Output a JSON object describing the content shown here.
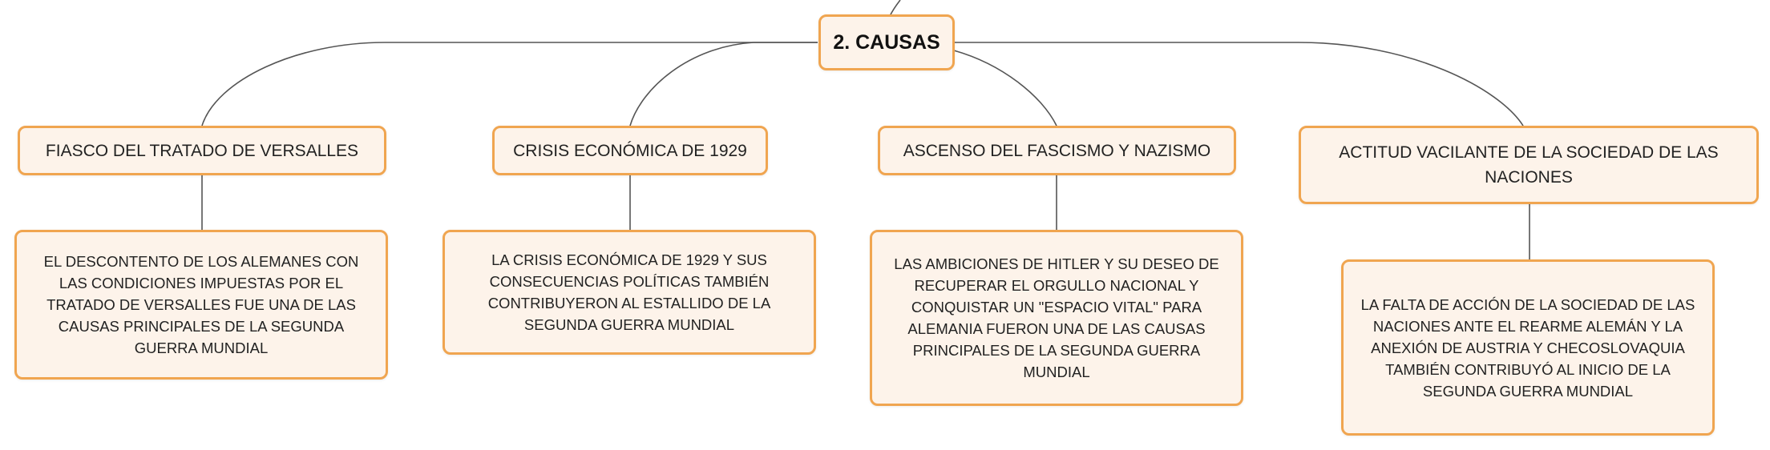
{
  "root": {
    "label": "2. CAUSAS"
  },
  "causes": [
    {
      "title": "FIASCO DEL TRATADO DE VERSALLES",
      "detail": "EL DESCONTENTO DE LOS ALEMANES CON LAS CONDICIONES IMPUESTAS POR EL TRATADO DE VERSALLES FUE UNA DE LAS CAUSAS PRINCIPALES DE LA SEGUNDA GUERRA MUNDIAL"
    },
    {
      "title": "CRISIS ECONÓMICA DE 1929",
      "detail": "LA CRISIS ECONÓMICA DE 1929 Y SUS CONSECUENCIAS POLÍTICAS TAMBIÉN CONTRIBUYERON AL ESTALLIDO DE LA SEGUNDA GUERRA MUNDIAL"
    },
    {
      "title": "ASCENSO DEL FASCISMO Y NAZISMO",
      "detail": "LAS AMBICIONES DE HITLER Y SU DESEO DE RECUPERAR EL ORGULLO NACIONAL Y CONQUISTAR UN \"ESPACIO VITAL\" PARA ALEMANIA FUERON UNA DE LAS CAUSAS PRINCIPALES DE LA SEGUNDA GUERRA MUNDIAL"
    },
    {
      "title": "ACTITUD VACILANTE DE LA SOCIEDAD DE LAS NACIONES",
      "detail": "LA FALTA DE ACCIÓN DE LA SOCIEDAD DE LAS NACIONES ANTE EL REARME ALEMÁN Y LA ANEXIÓN DE AUSTRIA Y CHECOSLOVAQUIA TAMBIÉN CONTRIBUYÓ AL INICIO DE LA SEGUNDA GUERRA MUNDIAL"
    }
  ],
  "colors": {
    "border": "#f0a550",
    "fill": "#fdf3ea",
    "line": "#555555"
  }
}
